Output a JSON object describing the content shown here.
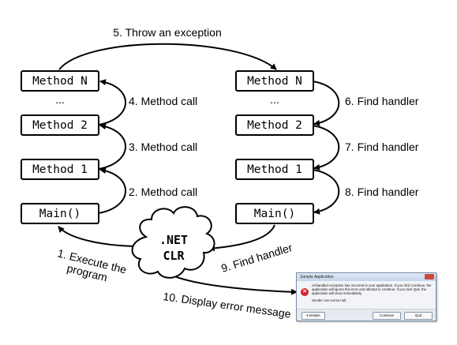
{
  "left_stack": {
    "method_n": "Method N",
    "dots": "...",
    "method_2": "Method 2",
    "method_1": "Method 1",
    "main": "Main()"
  },
  "right_stack": {
    "method_n": "Method N",
    "dots": "...",
    "method_2": "Method 2",
    "method_1": "Method 1",
    "main": "Main()"
  },
  "clr": {
    "line1": ".NET",
    "line2": "CLR"
  },
  "steps": {
    "s1_line1": "1. Execute the",
    "s1_line2": "program",
    "s2": "2. Method call",
    "s3": "3. Method call",
    "s4": "4. Method call",
    "s5": "5. Throw an exception",
    "s6": "6. Find handler",
    "s7": "7. Find handler",
    "s8": "8. Find handler",
    "s9": "9. Find handler",
    "s10": "10. Display error message"
  },
  "dialog": {
    "title": "Sample Application",
    "message": "Unhandled exception has occurred in your application. If you click Continue, the application will ignore this error and attempt to continue. If you click Quit, the application will close immediately.",
    "detail": "Sender can not be null.",
    "details_button": "Details",
    "continue_button": "Continue",
    "quit_button": "Quit"
  }
}
